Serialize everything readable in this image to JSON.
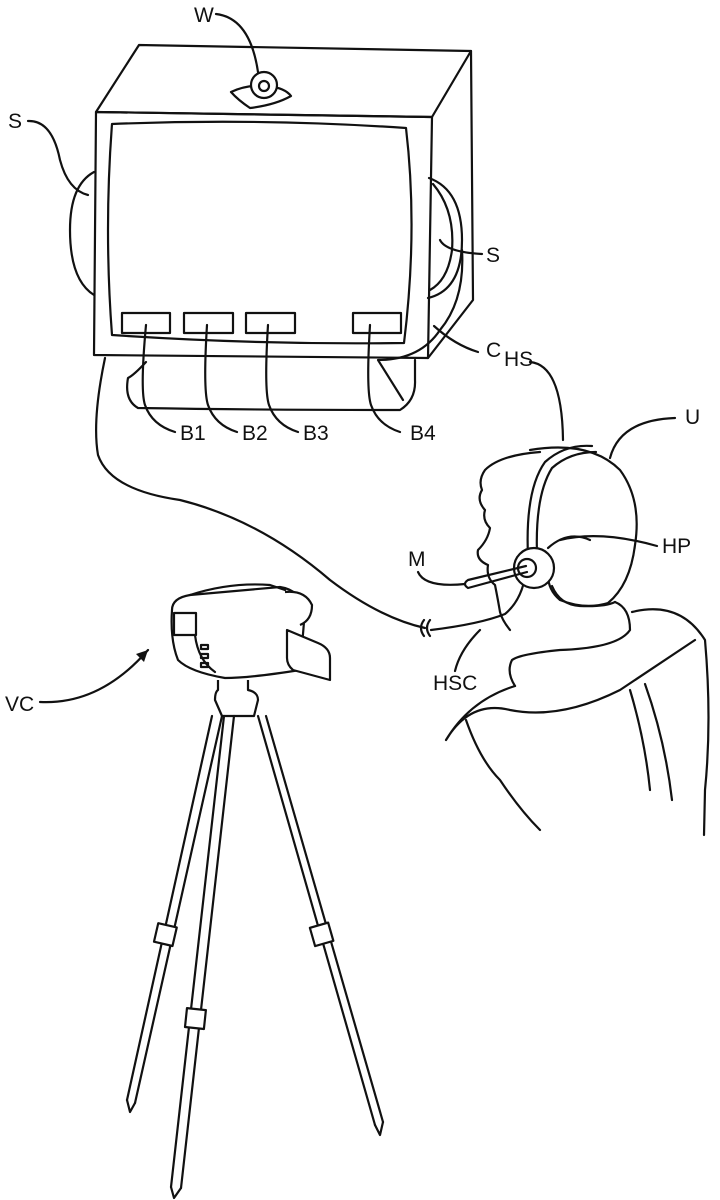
{
  "figure": {
    "colors": {
      "line": "#111111",
      "background": "#ffffff"
    },
    "labels": {
      "webcam": "W",
      "speaker_left": "S",
      "speaker_right": "S",
      "computer": "C",
      "button_1": "B1",
      "button_2": "B2",
      "button_3": "B3",
      "button_4": "B4",
      "headset": "HS",
      "user": "U",
      "headphone": "HP",
      "microphone": "M",
      "headset_cable": "HSC",
      "video_camera": "VC"
    }
  }
}
